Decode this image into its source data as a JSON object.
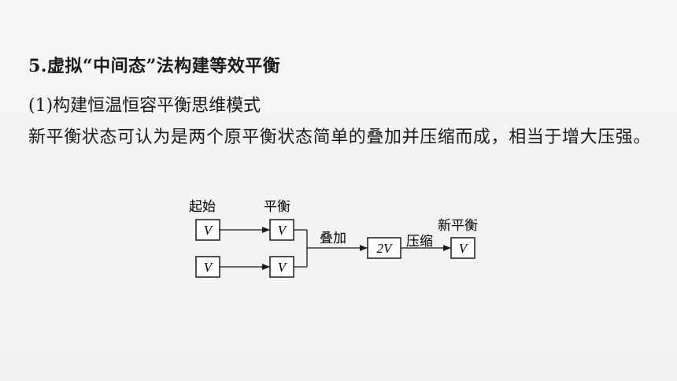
{
  "heading": "5.虚拟“中间态”法构建等效平衡",
  "subheading": "(1)构建恒温恒容平衡思维模式",
  "paragraph": "新平衡状态可认为是两个原平衡状态简单的叠加并压缩而成，相当于增大压强。",
  "diagram": {
    "label_start": "起始",
    "label_equilibrium": "平衡",
    "label_superpose": "叠加",
    "label_compress": "压缩",
    "label_new_equilibrium": "新平衡",
    "box_start_top": "V",
    "box_start_bottom": "V",
    "box_eq_top": "V",
    "box_eq_bottom": "V",
    "box_combined": "2V",
    "box_new": "V"
  }
}
